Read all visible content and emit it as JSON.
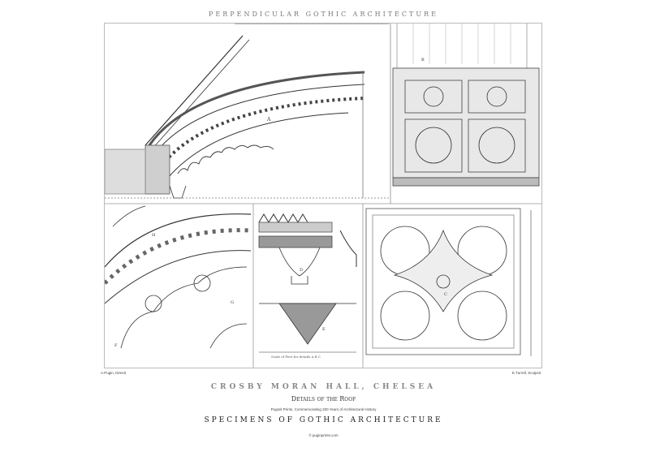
{
  "header": {
    "title": "PERPENDICULAR GOTHIC ARCHITECTURE"
  },
  "plate": {
    "labels": {
      "a": "A",
      "b": "B",
      "c": "C",
      "d": "D",
      "e": "E",
      "f": "F",
      "g": "G",
      "h": "H"
    },
    "scale_note": "Scale of Feet for details A B C"
  },
  "credits": {
    "left": "A.Pugin, Direxit",
    "right": "E.Turrell, Sculpsit"
  },
  "footer": {
    "place": "CROSBY MORAN HALL, CHELSEA",
    "subject": "Details of the Roof",
    "tagline": "Puginit Prints. Commemorating 200 Years of Architectural History",
    "series": "SPECIMENS OF GOTHIC ARCHITECTURE",
    "copyright": "© puginprints.com"
  }
}
